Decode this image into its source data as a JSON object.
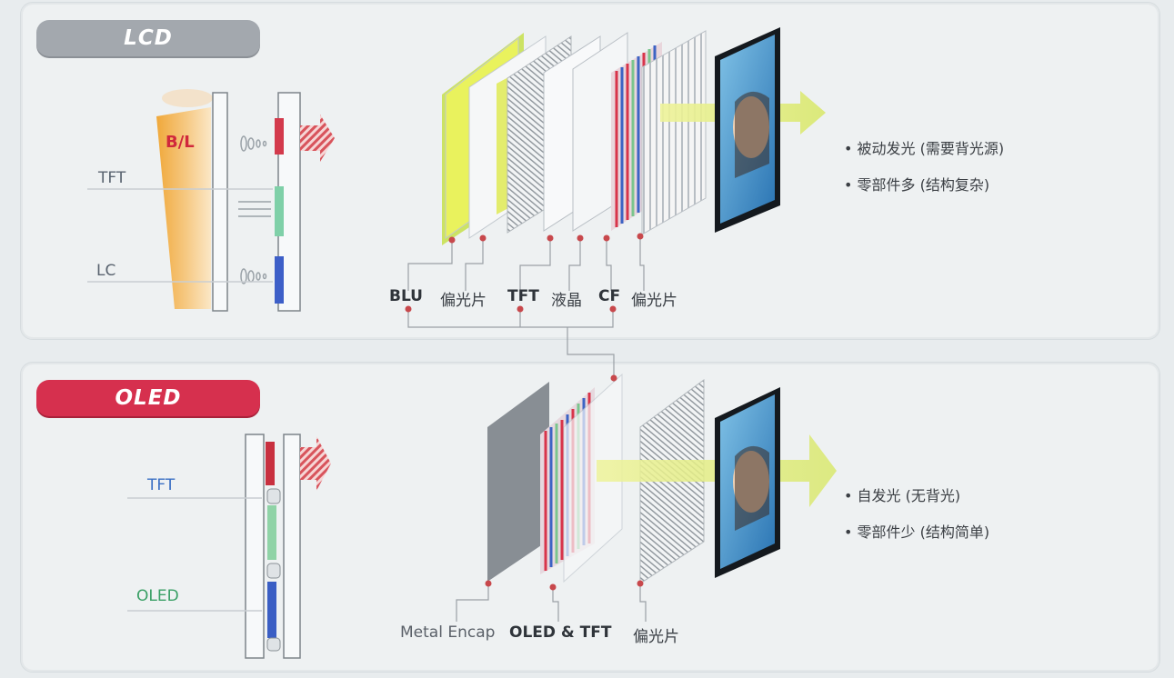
{
  "lcd": {
    "title": "LCD",
    "side_labels": {
      "bl": "B/L",
      "tft": "TFT",
      "lc": "LC"
    },
    "layer_labels": [
      "BLU",
      "偏光片",
      "TFT",
      "液晶",
      "CF",
      "偏光片"
    ],
    "bullets": [
      "被动发光 (需要背光源)",
      "零部件多 (结构复杂)"
    ]
  },
  "oled": {
    "title": "OLED",
    "side_labels": {
      "tft": "TFT",
      "oled": "OLED"
    },
    "layer_labels": [
      "Metal Encap",
      "OLED & TFT",
      "偏光片"
    ],
    "bullets": [
      "自发光 (无背光)",
      "零部件少 (结构简单)"
    ]
  },
  "colors": {
    "lcd_pill": "#a3a8ae",
    "oled_pill": "#d6304e",
    "leader": "#9aa0a5",
    "dot": "#c8484c"
  }
}
